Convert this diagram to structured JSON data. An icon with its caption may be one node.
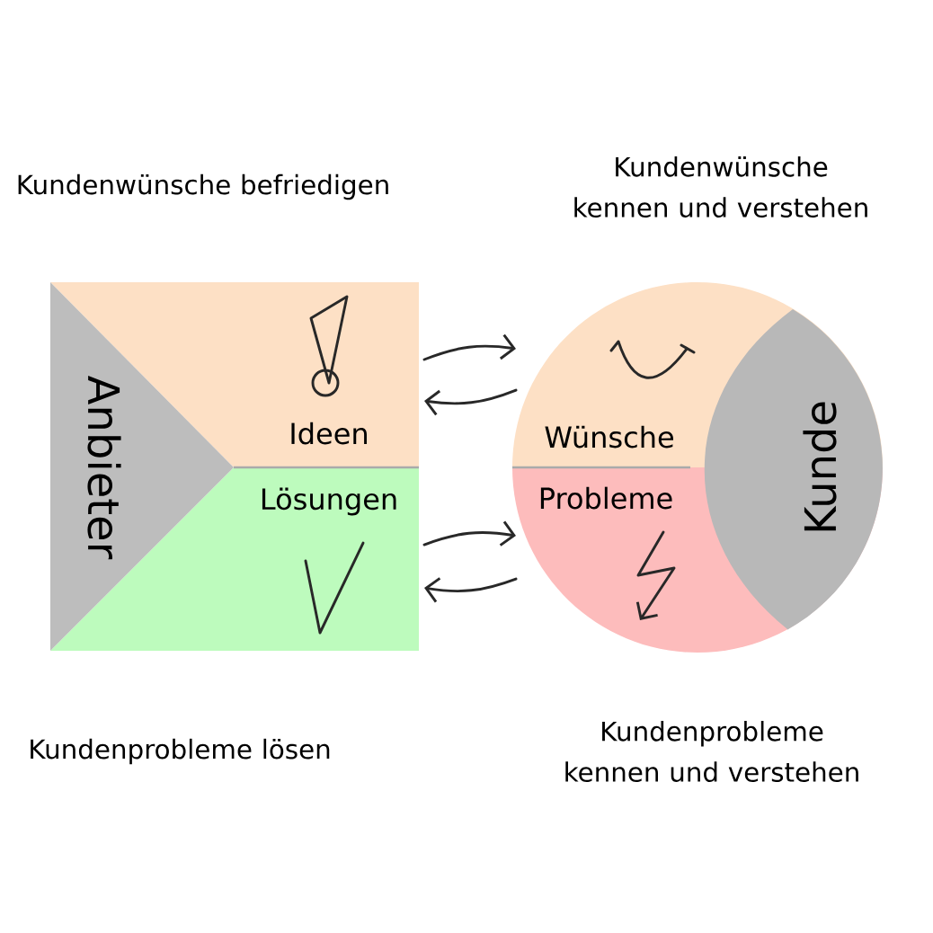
{
  "diagram": {
    "nodes": [
      {
        "text": [
          "Ideen"
        ]
      },
      {
        "text": [
          "Lösungen"
        ]
      },
      {
        "text": [
          "Anbieter"
        ]
      },
      {
        "text": [
          "Wünsche"
        ]
      },
      {
        "text": [
          "Probleme"
        ]
      },
      {
        "text": [
          "Kunde"
        ]
      }
    ],
    "edges": [
      {
        "from": 0,
        "to": 3,
        "arrow": "to"
      },
      {
        "from": 3,
        "to": 0,
        "arrow": "to"
      },
      {
        "from": 1,
        "to": 4,
        "arrow": "to"
      },
      {
        "from": 4,
        "to": 1,
        "arrow": "to"
      }
    ],
    "labels": [
      "Kundenwünsche befriedigen",
      "Kundenwünsche kennen und verstehen",
      "Kundenprobleme lösen",
      "Kundenprobleme kennen und verstehen"
    ]
  }
}
